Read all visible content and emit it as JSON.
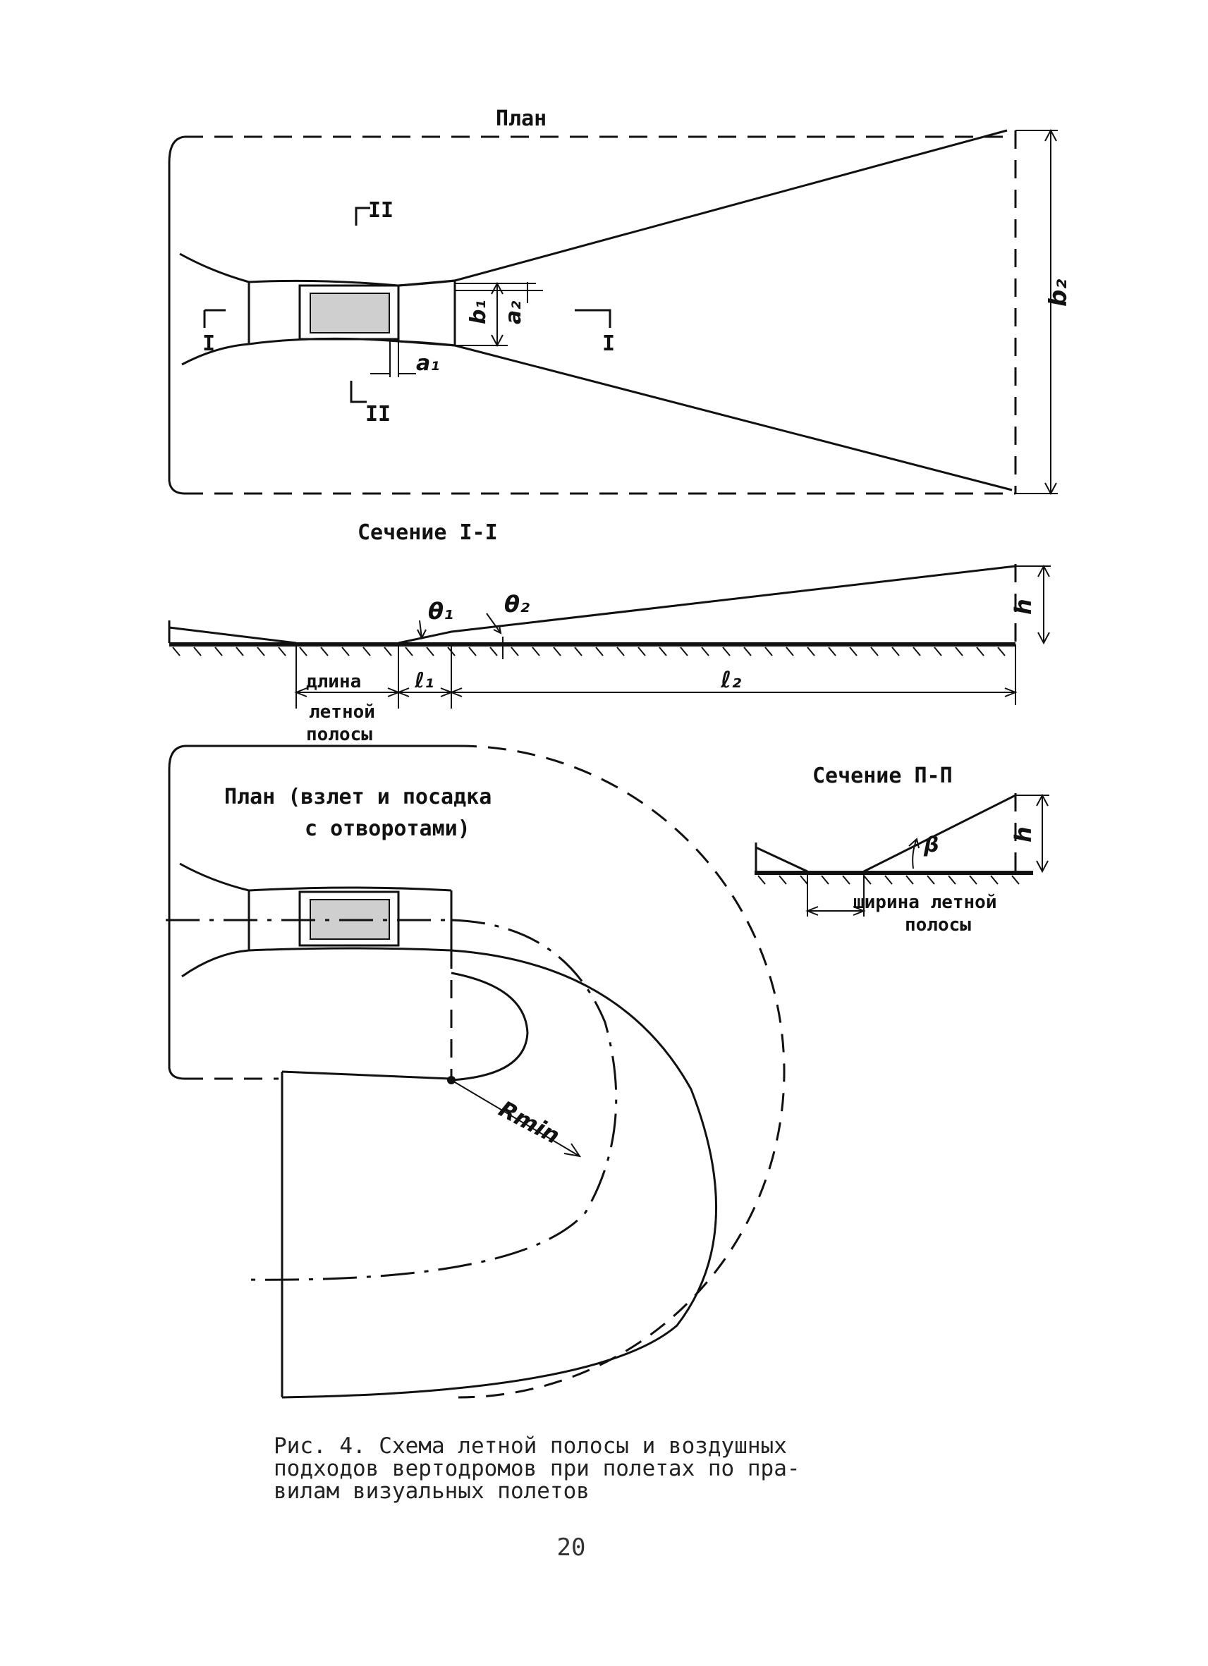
{
  "plan": {
    "title": "План",
    "section_marks": {
      "i_left": "I",
      "i_right": "I",
      "ii_top": "II",
      "ii_bottom": "II"
    },
    "dims": {
      "a1": "a₁",
      "a2": "a₂",
      "b1": "b₁",
      "b2": "b₂"
    }
  },
  "section_1": {
    "title": "Сечение I-I",
    "labels": {
      "theta1": "θ₁",
      "theta2": "θ₂",
      "l1": "ℓ₁",
      "l2": "ℓ₂",
      "h": "h"
    },
    "strip_length": [
      "длина",
      "летной",
      "полосы"
    ]
  },
  "section_2": {
    "title": "Сечение П-П",
    "labels": {
      "beta": "β",
      "h": "h"
    },
    "strip_width": [
      "ширина летной",
      "полосы"
    ]
  },
  "plan_turn": {
    "title": [
      "План (взлет и посадка",
      "с отворотами)"
    ],
    "rmin": "Rmin"
  },
  "caption": "Рис. 4. Схема летной полосы и воздушных\nподходов вертодромов при полетах по пра-\nвилам визуальных полетов",
  "page_number": "20"
}
